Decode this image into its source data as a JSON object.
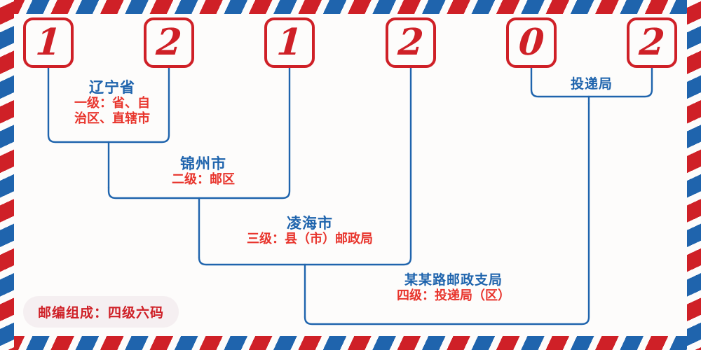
{
  "meta": {
    "colors": {
      "red": "#cf2027",
      "desc_red": "#e8342c",
      "blue": "#1f64ad",
      "paper": "#fdfcfb",
      "badge_bg": "#f5eff1"
    }
  },
  "postcode": {
    "full": "121202",
    "digits": [
      {
        "value": "1",
        "name": "digit-1"
      },
      {
        "value": "2",
        "name": "digit-2"
      },
      {
        "value": "1",
        "name": "digit-3"
      },
      {
        "value": "2",
        "name": "digit-4"
      },
      {
        "value": "0",
        "name": "digit-5"
      },
      {
        "value": "2",
        "name": "digit-6"
      }
    ]
  },
  "levels": [
    {
      "id": "level-1",
      "title": "辽宁省",
      "desc": "一级：省、自\n治区、直辖市",
      "desc_lines": [
        "一级：省、自",
        "治区、直辖市"
      ]
    },
    {
      "id": "level-2",
      "title": "锦州市",
      "desc": "二级：邮区",
      "desc_lines": [
        "二级：邮区"
      ]
    },
    {
      "id": "level-3",
      "title": "凌海市",
      "desc": "三级：县（市）邮政局",
      "desc_lines": [
        "三级：县（市）邮政局"
      ]
    },
    {
      "id": "level-4",
      "title": "某某路邮政支局",
      "desc": "四级：投递局（区）",
      "desc_lines": [
        "四级：投递局（区）"
      ]
    }
  ],
  "delivery_office": {
    "title": "投递局"
  },
  "legend": {
    "badge": "邮编组成：四级六码"
  }
}
